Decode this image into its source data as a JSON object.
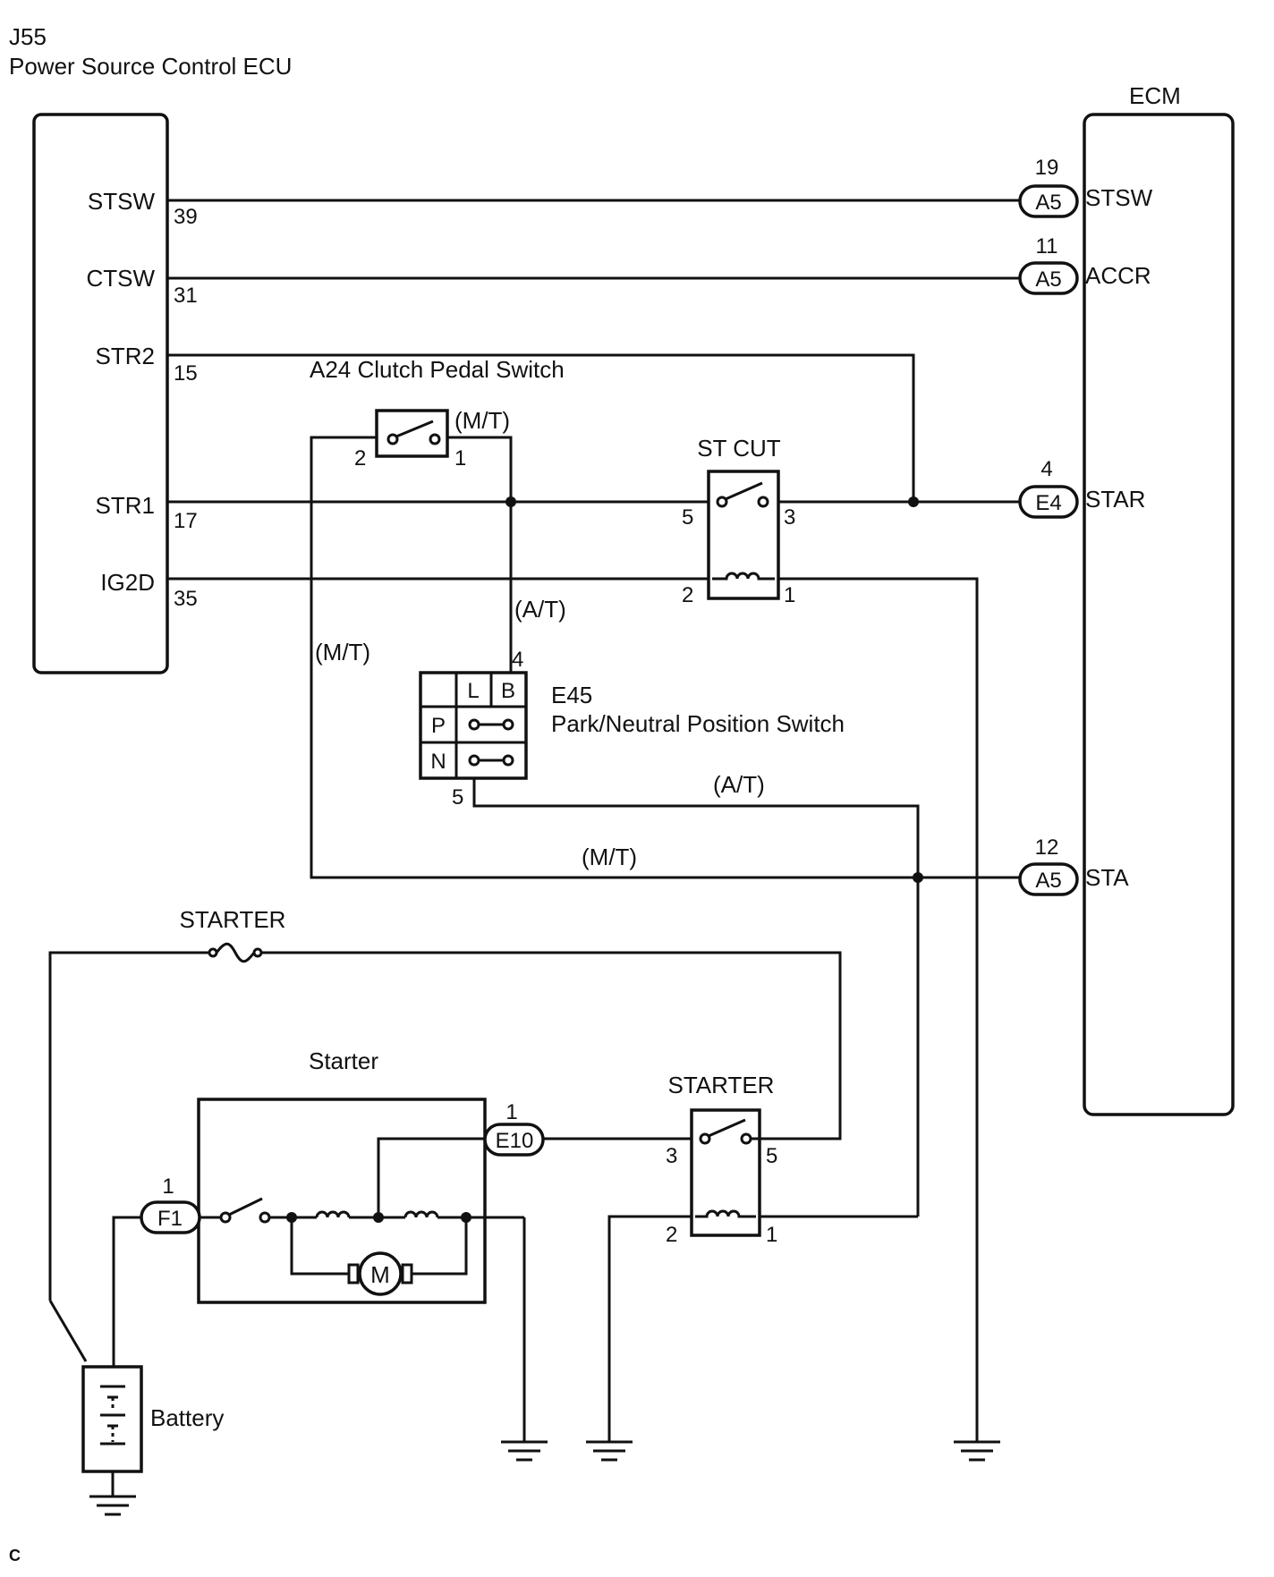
{
  "ecu_left": {
    "code": "J55",
    "name": "Power Source Control ECU"
  },
  "ecu_right": {
    "name": "ECM"
  },
  "left_pins": [
    {
      "name": "STSW",
      "num": "39"
    },
    {
      "name": "CTSW",
      "num": "31"
    },
    {
      "name": "STR2",
      "num": "15"
    },
    {
      "name": "STR1",
      "num": "17"
    },
    {
      "name": "IG2D",
      "num": "35"
    }
  ],
  "right_pins": [
    {
      "num": "19",
      "conn": "A5",
      "name": "STSW"
    },
    {
      "num": "11",
      "conn": "A5",
      "name": "ACCR"
    },
    {
      "num": "4",
      "conn": "E4",
      "name": "STAR"
    },
    {
      "num": "12",
      "conn": "A5",
      "name": "STA"
    }
  ],
  "clutch_switch": {
    "label": "A24   Clutch Pedal Switch",
    "variant": "(M/T)",
    "pin_left": "2",
    "pin_right": "1"
  },
  "st_cut_relay": {
    "label": "ST CUT",
    "pins": [
      "5",
      "3",
      "2",
      "1"
    ]
  },
  "pnp_switch": {
    "code": "E45",
    "name": "Park/Neutral Position Switch",
    "col_headers": [
      "L",
      "B"
    ],
    "rows": [
      "P",
      "N"
    ],
    "pin_top": "4",
    "pin_bottom": "5"
  },
  "variant_labels": {
    "at_upper": "(A/T)",
    "mt_left": "(M/T)",
    "at_lower": "(A/T)",
    "mt_lower": "(M/T)"
  },
  "fuse": {
    "label": "STARTER"
  },
  "starter": {
    "label": "Starter",
    "motor": "M",
    "conn_e10": "E10",
    "e10_pin": "1",
    "conn_f1": "F1",
    "f1_pin": "1"
  },
  "starter_relay": {
    "label": "STARTER",
    "pins": [
      "3",
      "5",
      "2",
      "1"
    ]
  },
  "battery": {
    "label": "Battery"
  },
  "corner_mark": "C"
}
